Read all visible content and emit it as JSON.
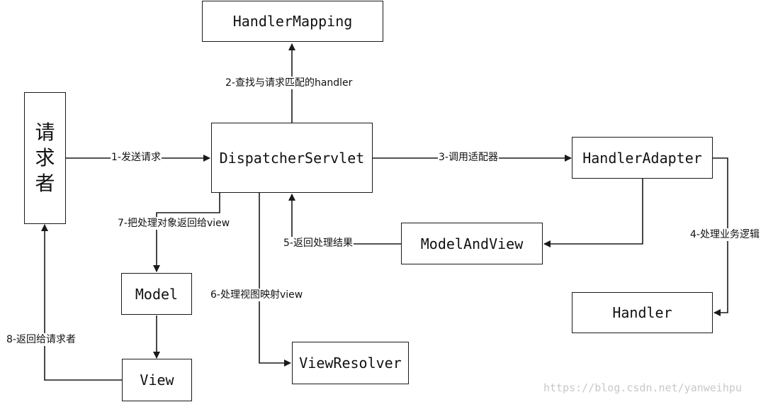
{
  "nodes": {
    "requester": [
      "请",
      "求",
      "者"
    ],
    "handler_mapping": "HandlerMapping",
    "dispatcher_servlet": "DispatcherServlet",
    "handler_adapter": "HandlerAdapter",
    "model_and_view": "ModelAndView",
    "handler": "Handler",
    "model": "Model",
    "view": "View",
    "view_resolver": "ViewResolver"
  },
  "edges": {
    "step1": "1-发送请求",
    "step2": "2-查找与请求匹配的handler",
    "step3": "3-调用适配器",
    "step4": "4-处理业务逻辑",
    "step5": "5-返回处理结果",
    "step6": "6-处理视图映射view",
    "step7": "7-把处理对象返回给view",
    "step8": "8-返回给请求者"
  },
  "watermark": "https://blog.csdn.net/yanweihpu",
  "colors": {
    "line": "#1a1a1a",
    "background": "#ffffff",
    "watermark": "#c8c8c8"
  }
}
